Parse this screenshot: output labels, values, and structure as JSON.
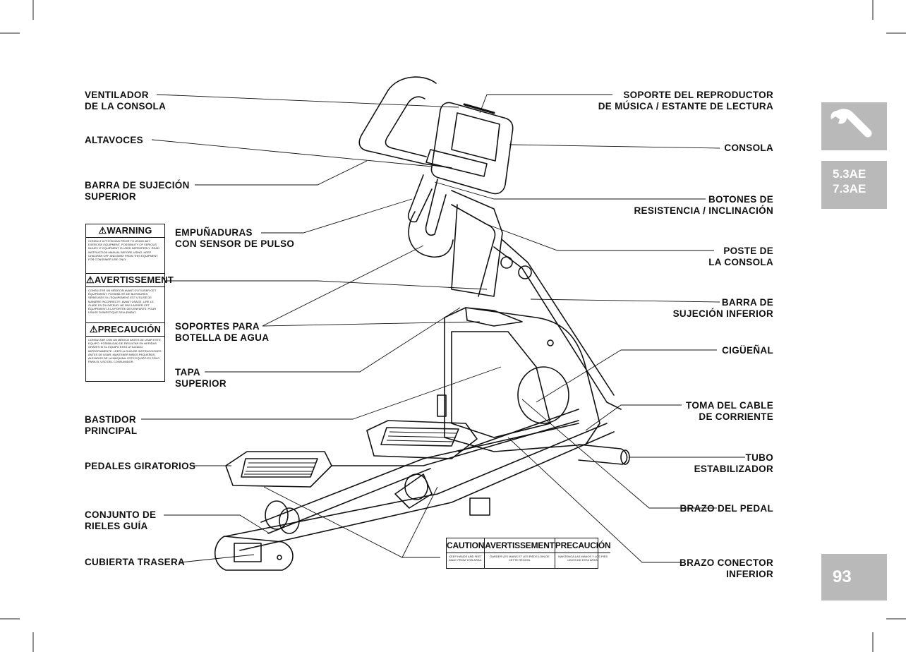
{
  "labels": {
    "ventilador": [
      "VENTILADOR",
      "DE LA CONSOLA"
    ],
    "altavoces": [
      "ALTAVOCES"
    ],
    "barra_sup": [
      "BARRA DE SUJECIÓN",
      "SUPERIOR"
    ],
    "empunaduras": [
      "EMPUÑADURAS",
      "CON SENSOR DE PULSO"
    ],
    "soportes": [
      "SOPORTES PARA",
      "BOTELLA DE AGUA"
    ],
    "tapa": [
      "TAPA",
      "SUPERIOR"
    ],
    "bastidor": [
      "BASTIDOR",
      "PRINCIPAL"
    ],
    "pedales": [
      "PEDALES GIRATORIOS"
    ],
    "conjunto": [
      "CONJUNTO DE",
      "RIELES GUÍA"
    ],
    "cubierta": [
      "CUBIERTA TRASERA"
    ],
    "soporte_rep": [
      "SOPORTE DEL REPRODUCTOR",
      "DE MÚSICA / ESTANTE DE LECTURA"
    ],
    "consola": [
      "CONSOLA"
    ],
    "botones": [
      "BOTONES DE",
      "RESISTENCIA / INCLINACIÓN"
    ],
    "poste": [
      "POSTE DE",
      "LA CONSOLA"
    ],
    "barra_inf": [
      "BARRA DE",
      "SUJECIÓN INFERIOR"
    ],
    "ciguenal": [
      "CIGÜEÑAL"
    ],
    "toma": [
      "TOMA DEL CABLE",
      "DE CORRIENTE"
    ],
    "tubo": [
      "TUBO",
      "ESTABILIZADOR"
    ],
    "brazo_pedal": [
      "BRAZO DEL PEDAL"
    ],
    "brazo_conector": [
      "BRAZO CONECTOR",
      "INFERIOR"
    ]
  },
  "warning_label": {
    "sections": [
      {
        "title": "WARNING",
        "text": "CONSULT A PHYSICIAN PRIOR TO USING ANY EXERCISE EQUIPMENT. POSSIBILITY OF SERIOUS INJURY IF EQUIPMENT IS USED IMPROPERLY. READ INSTRUCTION MANUAL BEFORE USING. KEEP CHILDREN OFF AND AWAY FROM THIS EQUIPMENT. FOR CONSUMER USE ONLY."
      },
      {
        "title": "AVERTISSEMENT",
        "text": "CONSULTER UN MÉDECIN AVANT D'UTILISER CET ÉQUIPEMENT. POSSIBILITÉ DE BLESSURES SÉRIEUSES SI L'ÉQUIPEMENT EST UTILISÉ DE MANIÈRE INCORRECTE. AVANT USAGE, LIRE LE GUIDE D'UTILISATEUR. NE PAS LAISSER CET ÉQUIPEMENT À LA PORTÉE DES ENFANTS. POUR USAGE DOMESTIQUE SEULEMENT."
      },
      {
        "title": "PRECAUCIÓN",
        "text": "CONSULTAR CON UN MÉDICO ANTES DE USAR ESTE EQUIPO. POSIBILIDAD DE RESULTAR EN HERIDAS GRAVES SI EL EQUIPO ESTÁ UTILIZADO IMPROPIAMENTE. LEER LA GUÍA DE INSTRUCCIONES ANTES DE USAR. MANTENER NIÑOS PEQUEÑOS ALEJADOS DE LA MÁQUINA. ESTE EQUIPO ES SÓLO PARA EL USO DEL CONSUMIDOR."
      }
    ]
  },
  "caution_label": {
    "sections": [
      {
        "title": "CAUTION",
        "text": "KEEP HANDS AND FEET AWAY FROM THIS AREA."
      },
      {
        "title": "AVERTISSEMENT",
        "text": "GARDER LES MAINS ET LES PIEDS LOIN DE CETTE RÉGION."
      },
      {
        "title": "PRECAUCIÓN",
        "text": "MANTENGA LAS MANOS Y LOS PIES LEJOS DE ESTA ÁREA."
      }
    ]
  },
  "side_tabs": {
    "models": "5.3AE\n7.3AE",
    "page_number": "93"
  },
  "icons": {
    "tool_tab": "wrench-icon",
    "warning_symbol": "warning-triangle-icon"
  },
  "colors": {
    "tab_gray": "#b9b9b9",
    "line": "#111111"
  }
}
